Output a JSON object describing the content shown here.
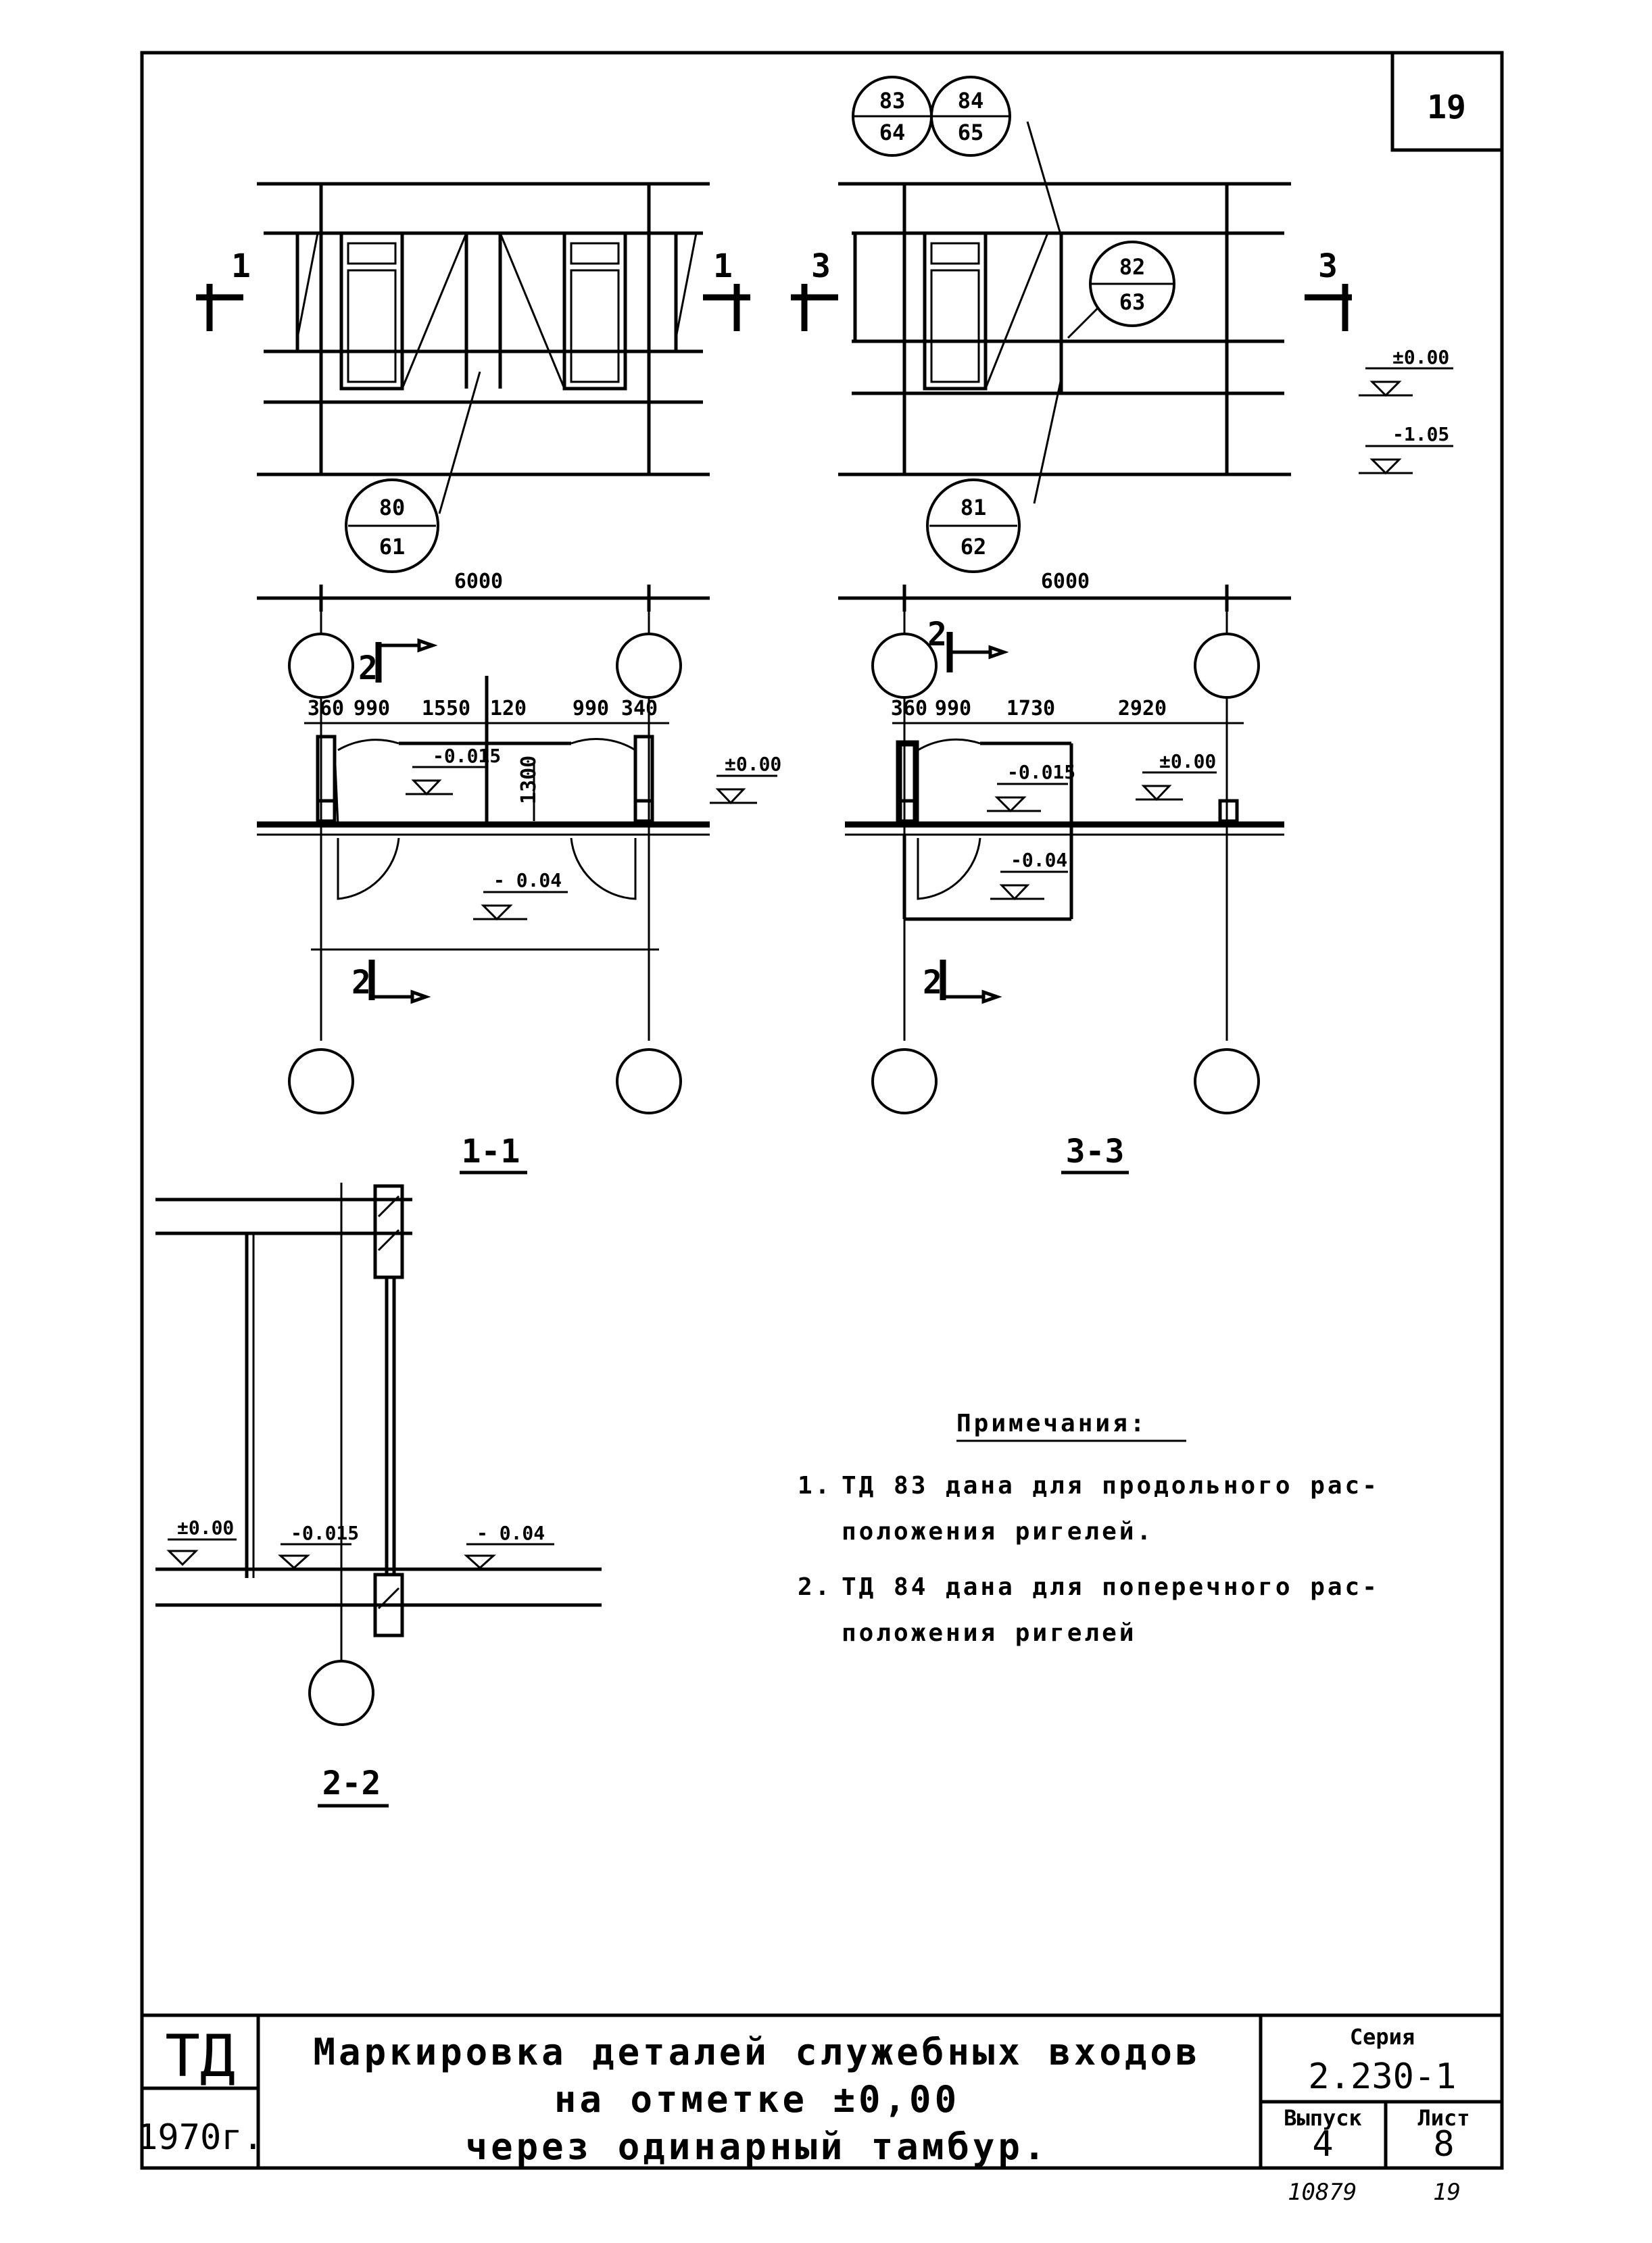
{
  "sheet_number_box": "19",
  "elevation_1": {
    "section_mark_left": "1",
    "section_mark_right": "1",
    "callout_bottom": {
      "top": "80",
      "bottom": "61"
    },
    "dimension": "6000"
  },
  "elevation_3": {
    "section_mark_left": "3",
    "section_mark_right": "3",
    "callout_top_left": {
      "top": "83",
      "bottom": "64"
    },
    "callout_top_right": {
      "top": "84",
      "bottom": "65"
    },
    "callout_mid": {
      "top": "82",
      "bottom": "63"
    },
    "callout_bottom": {
      "top": "81",
      "bottom": "62"
    },
    "dimension": "6000",
    "level_top": "±0.00",
    "level_bottom": "-1.05"
  },
  "plan_1": {
    "dims": [
      "360",
      "990",
      "1550",
      "120",
      "990",
      "340"
    ],
    "dim_vertical": "1300",
    "level_inner": "-0.015",
    "level_outer": "±0.00",
    "level_vestibule": "- 0.04",
    "section_mark": "2",
    "section_mark_bottom": "2",
    "title": "1-1"
  },
  "plan_3": {
    "dims": [
      "360",
      "990",
      "1730",
      "2920"
    ],
    "level_inner": "-0.015",
    "level_outer": "±0.00",
    "level_vestibule": "-0.04",
    "section_mark": "2",
    "section_mark_bottom": "2",
    "title": "3-3"
  },
  "section_2": {
    "level_left": "±0.00",
    "level_mid": "-0.015",
    "level_right": "- 0.04",
    "title": "2-2"
  },
  "notes": {
    "heading": "Примечания:",
    "items": [
      {
        "num": "1.",
        "line1": "ТД 83  дана  для  продольного  рас-",
        "line2": "положения  ригелей."
      },
      {
        "num": "2.",
        "line1": "ТД 84  дана  для  поперечного  рас-",
        "line2": "положения  ригелей"
      }
    ]
  },
  "title_block": {
    "org": "ТД",
    "year": "1970г.",
    "title_lines": [
      "Маркировка  деталей  служебных  входов",
      "на  отметке  ±0,00",
      "через  одинарный  тамбур."
    ],
    "series_label": "Серия",
    "series_value": "2.230-1",
    "issue_label": "Выпуск",
    "issue_value": "4",
    "sheet_label": "Лист",
    "sheet_value": "8"
  },
  "handwritten": {
    "left": "10879",
    "right": "19"
  }
}
